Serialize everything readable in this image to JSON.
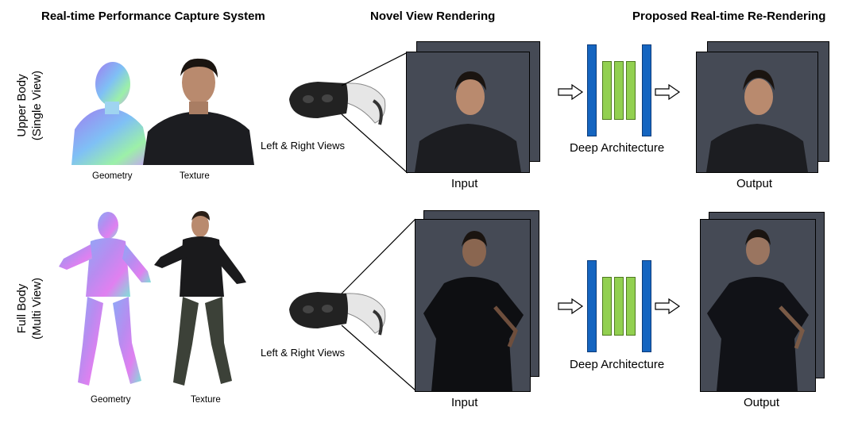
{
  "headers": {
    "capture": "Real-time Performance Capture System",
    "novel": "Novel View Rendering",
    "proposed": "Proposed Real-time Re-Rendering"
  },
  "rows": [
    {
      "label_line1": "Upper Body",
      "label_line2": "(Single View)",
      "geometry": "Geometry",
      "texture": "Texture",
      "views": "Left & Right Views",
      "input": "Input",
      "arch": "Deep Architecture",
      "output": "Output"
    },
    {
      "label_line1": "Full Body",
      "label_line2": "(Multi View)",
      "geometry": "Geometry",
      "texture": "Texture",
      "views": "Left & Right Views",
      "input": "Input",
      "arch": "Deep Architecture",
      "output": "Output"
    }
  ],
  "colors": {
    "frame_bg": "#454a55",
    "net_blue": "#1565c0",
    "net_green": "#92d050"
  }
}
